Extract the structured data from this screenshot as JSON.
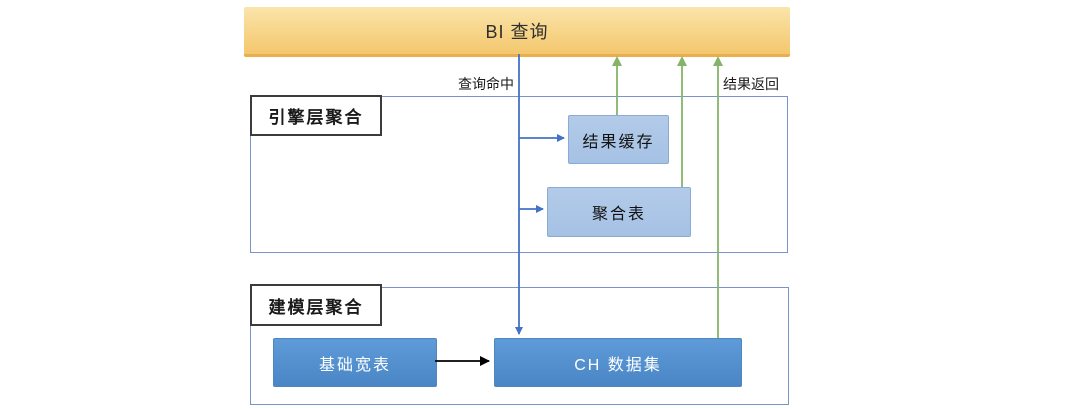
{
  "diagram": {
    "title_bar": {
      "label": "BI 查询"
    },
    "edge_labels": {
      "query_hit": "查询命中",
      "result_return": "结果返回"
    },
    "engine_layer": {
      "label": "引擎层聚合",
      "nodes": {
        "result_cache": "结果缓存",
        "agg_table": "聚合表"
      }
    },
    "modeling_layer": {
      "label": "建模层聚合",
      "nodes": {
        "base_wide_table": "基础宽表",
        "ch_dataset": "CH 数据集"
      }
    },
    "colors": {
      "bar_fill_top": "#FAE5AB",
      "bar_fill_bottom": "#F3C76E",
      "bar_bottom_edge": "#EAAE4D",
      "container_border": "#7B93C9",
      "layer_label_border": "#3B3B3B",
      "light_node_fill": "#A9C6E8",
      "light_node_border": "#8AABD9",
      "dark_node_fill": "#4E8FD0",
      "blue_arrow": "#4472C4",
      "green_arrow": "#84B566",
      "black_arrow": "#000000"
    }
  }
}
